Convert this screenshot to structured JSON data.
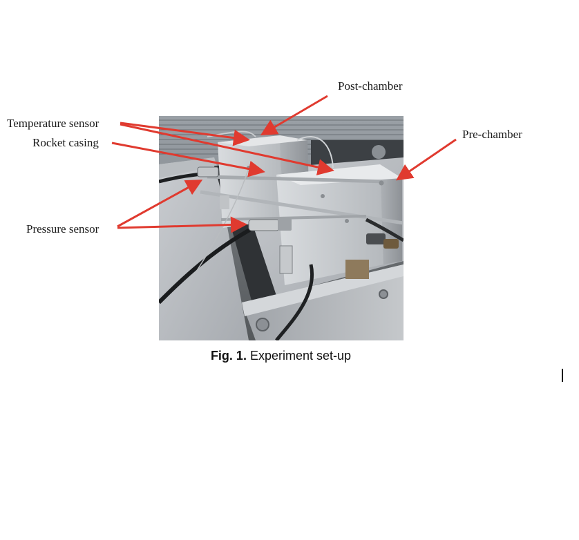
{
  "figure": {
    "labels": {
      "post_chamber": "Post-chamber",
      "temperature_sensor": "Temperature sensor",
      "rocket_casing": "Rocket casing",
      "pre_chamber": "Pre-chamber",
      "pressure_sensor": "Pressure sensor"
    },
    "caption": {
      "number": "Fig. 1.",
      "text": "Experiment set-up"
    },
    "colors": {
      "arrow": "#e03a2f"
    }
  }
}
